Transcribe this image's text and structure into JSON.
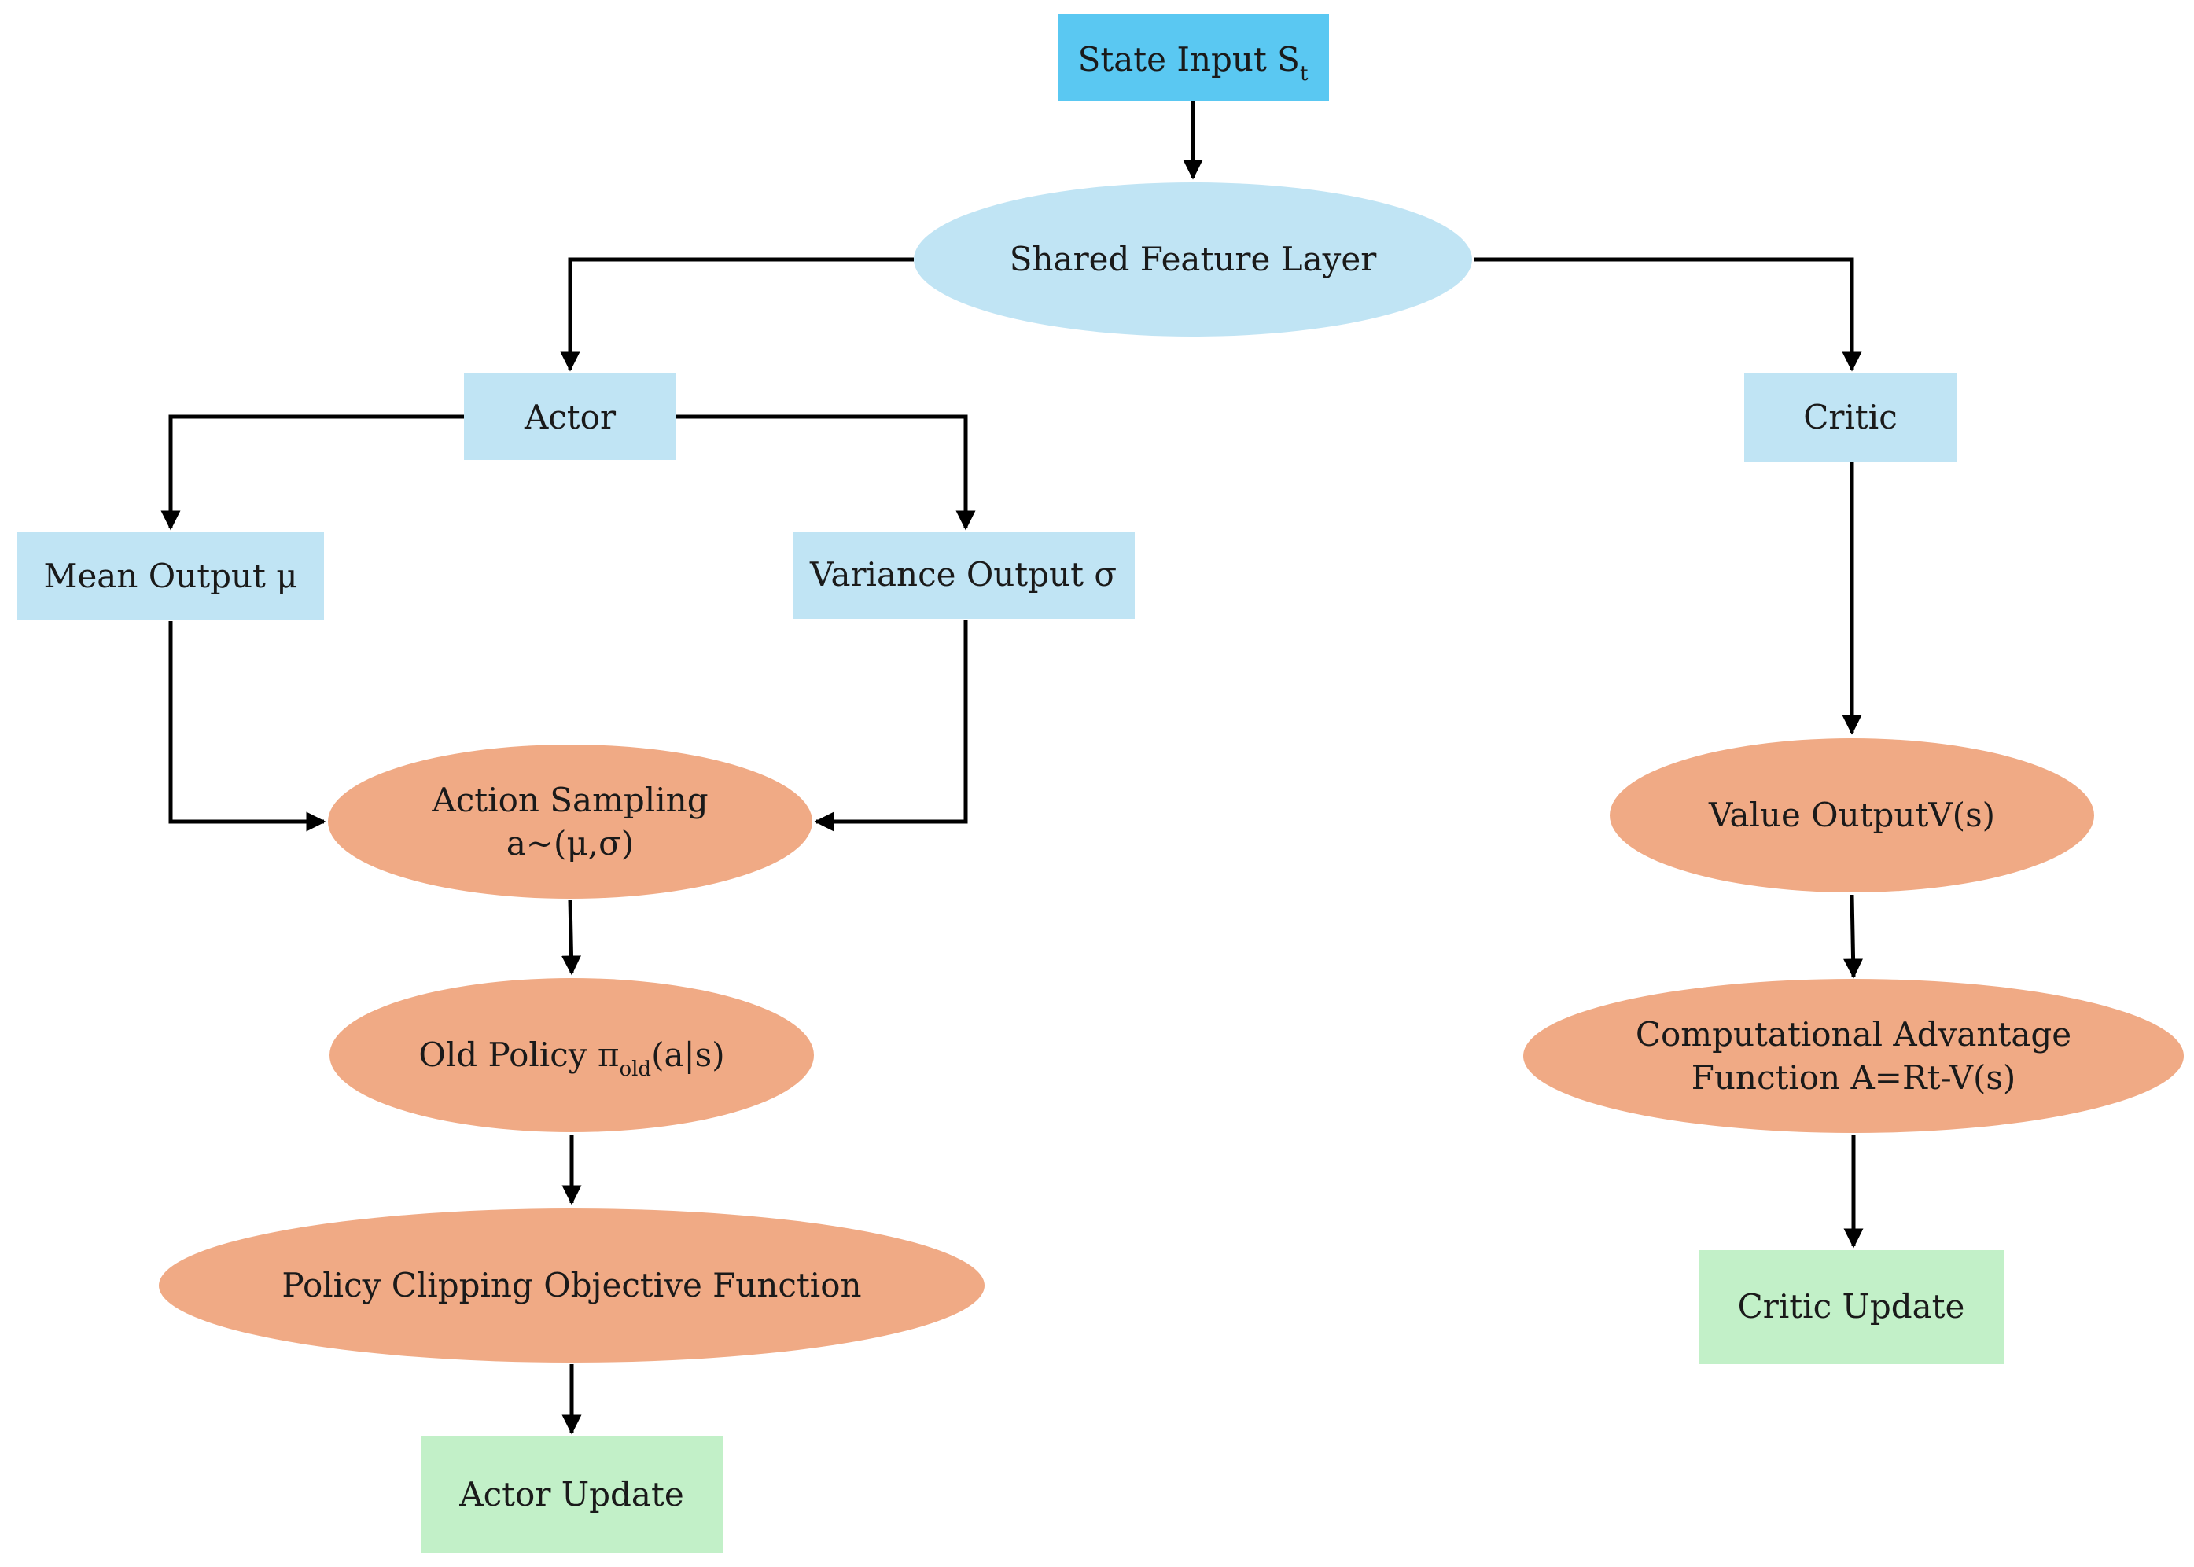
{
  "colors": {
    "input_box": "#5ac8f2",
    "process_box": "#c0e4f4",
    "ellipse_blue": "#c0e4f4",
    "ellipse_orange": "#f0aa85",
    "update_box": "#c2f0c8",
    "edge": "#000000",
    "text": "#1a1a1a"
  },
  "nodes": {
    "state_input": {
      "label": "State Input S",
      "subscript": "t"
    },
    "shared_feature": {
      "label": "Shared Feature Layer"
    },
    "actor": {
      "label": "Actor"
    },
    "critic": {
      "label": "Critic"
    },
    "mean_output": {
      "label": "Mean Output μ"
    },
    "variance_output": {
      "label": "Variance Output σ"
    },
    "action_sampling": {
      "line1": "Action Sampling",
      "line2": "a~(μ,σ)"
    },
    "old_policy": {
      "prefix": "Old Policy π",
      "subscript": "old",
      "suffix": "(a|s)"
    },
    "policy_clipping": {
      "label": "Policy Clipping Objective Function"
    },
    "actor_update": {
      "label": "Actor Update"
    },
    "value_output": {
      "label": "Value OutputV(s)"
    },
    "advantage": {
      "line1": "Computational Advantage",
      "line2": "Function A=Rt-V(s)"
    },
    "critic_update": {
      "label": "Critic Update"
    }
  },
  "edges": [
    {
      "from": "state_input",
      "to": "shared_feature"
    },
    {
      "from": "shared_feature",
      "to": "actor"
    },
    {
      "from": "shared_feature",
      "to": "critic"
    },
    {
      "from": "actor",
      "to": "mean_output"
    },
    {
      "from": "actor",
      "to": "variance_output"
    },
    {
      "from": "mean_output",
      "to": "action_sampling"
    },
    {
      "from": "variance_output",
      "to": "action_sampling"
    },
    {
      "from": "action_sampling",
      "to": "old_policy"
    },
    {
      "from": "old_policy",
      "to": "policy_clipping"
    },
    {
      "from": "policy_clipping",
      "to": "actor_update"
    },
    {
      "from": "critic",
      "to": "value_output"
    },
    {
      "from": "value_output",
      "to": "advantage"
    },
    {
      "from": "advantage",
      "to": "critic_update"
    }
  ]
}
